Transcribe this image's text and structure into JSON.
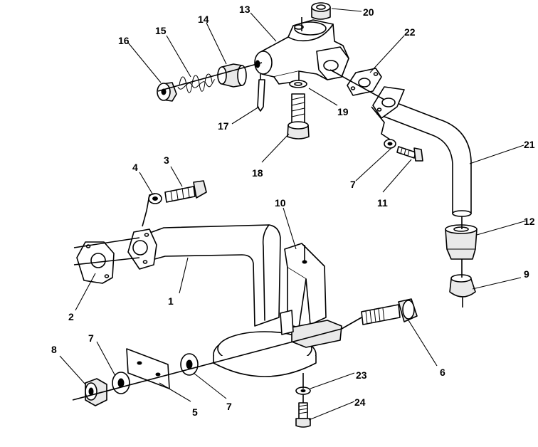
{
  "callouts": {
    "c1": "1",
    "c2": "2",
    "c3": "3",
    "c4": "4",
    "c5": "5",
    "c6": "6",
    "c7a": "7",
    "c7b": "7",
    "c7c": "7",
    "c8": "8",
    "c9": "9",
    "c10": "10",
    "c11": "11",
    "c12": "12",
    "c13": "13",
    "c14": "14",
    "c15": "15",
    "c16": "16",
    "c17": "17",
    "c18": "18",
    "c19": "19",
    "c20": "20",
    "c21": "21",
    "c22": "22",
    "c23": "23",
    "c24": "24"
  },
  "icons": [
    "bolt-icon",
    "washer-icon",
    "gasket-icon",
    "spring-icon",
    "nut-icon",
    "pipe-icon"
  ]
}
